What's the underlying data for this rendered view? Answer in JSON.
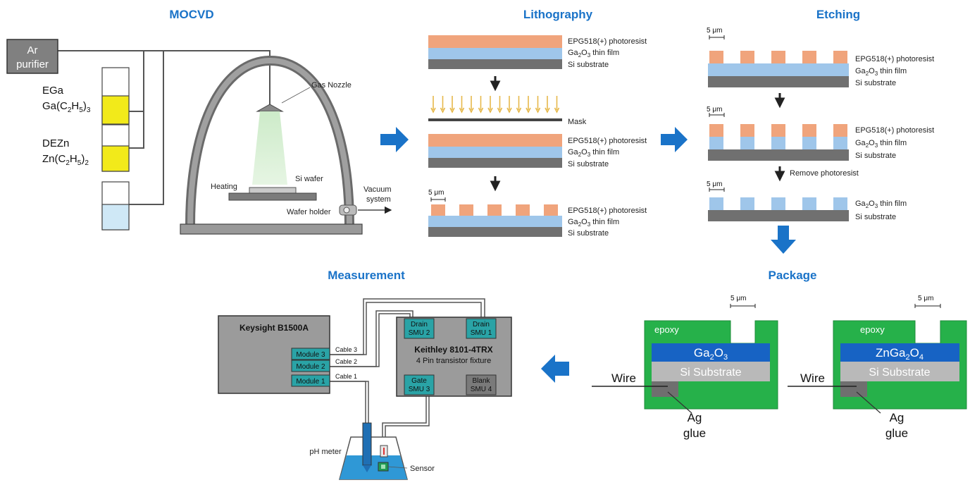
{
  "sections": {
    "mocvd": "MOCVD",
    "lithography": "Lithography",
    "etching": "Etching",
    "measurement": "Measurement",
    "package": "Package"
  },
  "mocvd": {
    "purifier_line1": "Ar",
    "purifier_line2": "purifier",
    "ega_name": "EGa",
    "ega_formula": [
      "Ga(C",
      "2",
      "H",
      "5",
      ")",
      "3"
    ],
    "dezn_name": "DEZn",
    "dezn_formula": [
      "Zn(C",
      "2",
      "H",
      "5",
      ")",
      "2"
    ],
    "gas_nozzle": "Gas Nozzle",
    "heating": "Heating",
    "si_wafer": "Si wafer",
    "wafer_holder": "Wafer holder",
    "vacuum_line1": "Vacuum",
    "vacuum_line2": "system"
  },
  "layers": {
    "photoresist": "EPG518(+) photoresist",
    "film_prefix": "Ga",
    "film_sub1": "2",
    "film_mid": "O",
    "film_sub2": "3",
    "film_suffix": " thin film",
    "substrate": "Si substrate",
    "mask": "Mask",
    "scale": "5 μm",
    "remove": "Remove photoresist"
  },
  "package": {
    "epoxy": "epoxy",
    "scale": "5 μm",
    "left_material": [
      "Ga",
      "2",
      "O",
      "3"
    ],
    "right_material": [
      "ZnGa",
      "2",
      "O",
      "4"
    ],
    "substrate": "Si Substrate",
    "wire": "Wire",
    "ag_line1": "Ag",
    "ag_line2": "glue"
  },
  "measurement": {
    "keysight": "Keysight B1500A",
    "module3": "Module 3",
    "module2": "Module 2",
    "module1": "Module 1",
    "cable3": "Cable 3",
    "cable2": "Cable 2",
    "cable1": "Cable 1",
    "keithley": "Keithley 8101-4TRX",
    "fixture": "4 Pin transistor fixture",
    "drain2_a": "Drain",
    "drain2_b": "SMU 2",
    "drain1_a": "Drain",
    "drain1_b": "SMU 1",
    "gate_a": "Gate",
    "gate_b": "SMU 3",
    "blank_a": "Blank",
    "blank_b": "SMU 4",
    "ph_meter": "pH meter",
    "sensor": "Sensor"
  },
  "colors": {
    "title_blue": "#1a73c8",
    "arrow_blue": "#1a73c8",
    "photoresist": "#f0a47c",
    "film": "#9fc6ea",
    "substrate": "#707070",
    "teal_module": "#2aa3a6",
    "epoxy_green": "#26b14a",
    "material_blue": "#1763c4",
    "yellow": "#f2ea1a",
    "light_blue": "#cfe8f6"
  },
  "icons": [
    "right-arrow-icon",
    "down-arrow-icon",
    "left-arrow-icon",
    "uv-light-icon"
  ]
}
